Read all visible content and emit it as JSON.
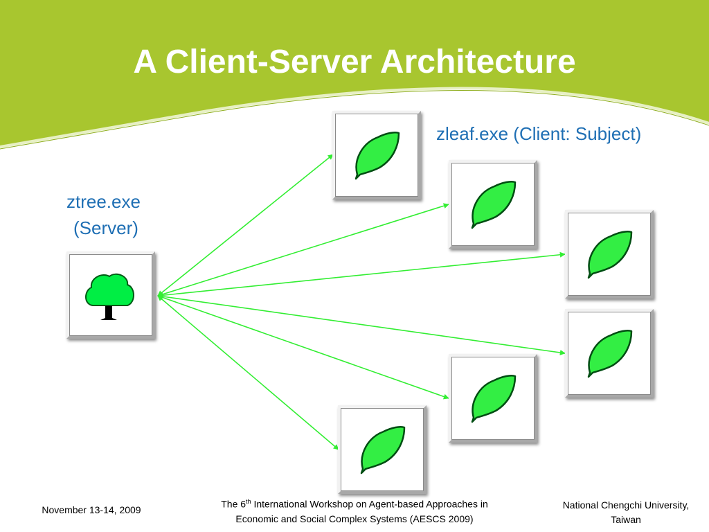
{
  "slide": {
    "title": "A Client-Server Architecture",
    "accent_color": "#a8c62f"
  },
  "server": {
    "label_line1": "ztree.exe",
    "label_line2": "(Server)",
    "icon": "tree-icon"
  },
  "clients": {
    "label": "zleaf.exe (Client: Subject)",
    "icon": "leaf-icon",
    "count": 6
  },
  "connector_color": "#33ee33",
  "footer": {
    "date": "November 13-14, 2009",
    "workshop_prefix": "The 6",
    "workshop_sup": "th",
    "workshop_suffix": " International Workshop on Agent-based Approaches in",
    "workshop_line2": "Economic and Social Complex Systems (AESCS 2009)",
    "university_line1": "National Chengchi University,",
    "university_line2": "Taiwan"
  }
}
